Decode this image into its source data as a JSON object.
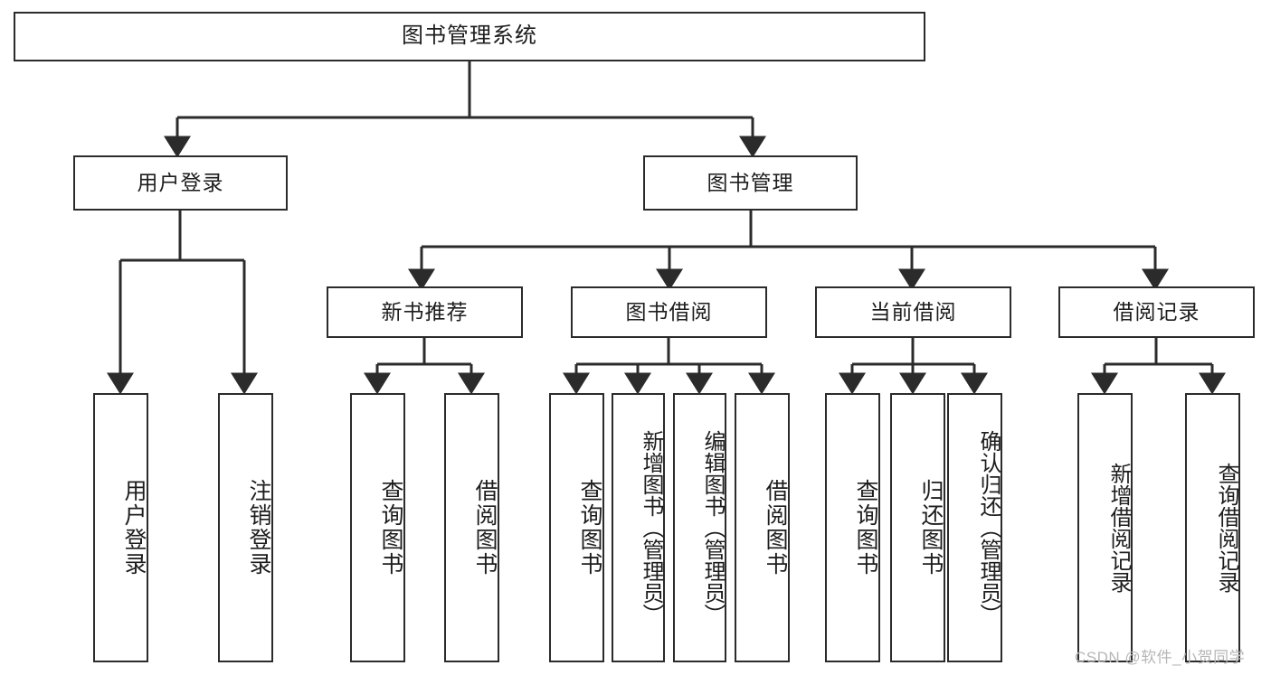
{
  "diagram": {
    "type": "tree-hierarchy",
    "title": "图书管理系统",
    "orientation": "top-down",
    "levels": 3,
    "root": {
      "id": "root",
      "label": "图书管理系统"
    },
    "level2": [
      {
        "id": "user-login",
        "label": "用户登录"
      },
      {
        "id": "book-management",
        "label": "图书管理"
      }
    ],
    "level3": [
      {
        "id": "new-book-recommend",
        "label": "新书推荐",
        "parent": "book-management"
      },
      {
        "id": "book-borrow",
        "label": "图书借阅",
        "parent": "book-management"
      },
      {
        "id": "current-borrow",
        "label": "当前借阅",
        "parent": "book-management"
      },
      {
        "id": "borrow-record",
        "label": "借阅记录",
        "parent": "book-management"
      }
    ],
    "leaves": {
      "user-login": [
        {
          "id": "leaf-user-login",
          "label": "用户登录"
        },
        {
          "id": "leaf-logout-login",
          "label": "注销登录"
        }
      ],
      "new-book-recommend": [
        {
          "id": "leaf-query-book-1",
          "label": "查询图书"
        },
        {
          "id": "leaf-borrow-book-1",
          "label": "借阅图书"
        }
      ],
      "book-borrow": [
        {
          "id": "leaf-query-book-2",
          "label": "查询图书"
        },
        {
          "id": "leaf-add-book",
          "label": "新增图书（管理员）"
        },
        {
          "id": "leaf-edit-book",
          "label": "编辑图书（管理员）"
        },
        {
          "id": "leaf-borrow-book-2",
          "label": "借阅图书"
        }
      ],
      "current-borrow": [
        {
          "id": "leaf-query-book-3",
          "label": "查询图书"
        },
        {
          "id": "leaf-return-book",
          "label": "归还图书"
        },
        {
          "id": "leaf-confirm-return",
          "label": "确认归还（管理员）"
        }
      ],
      "borrow-record": [
        {
          "id": "leaf-add-record",
          "label": "新增借阅记录"
        },
        {
          "id": "leaf-query-record",
          "label": "查询借阅记录"
        }
      ]
    },
    "colors": {
      "stroke": "#2b2b2b",
      "fill": "#ffffff",
      "text": "#1d1d1d",
      "watermark": "#b6b6b6"
    }
  },
  "watermark": {
    "text": "CSDN @软件_小贺同学"
  }
}
